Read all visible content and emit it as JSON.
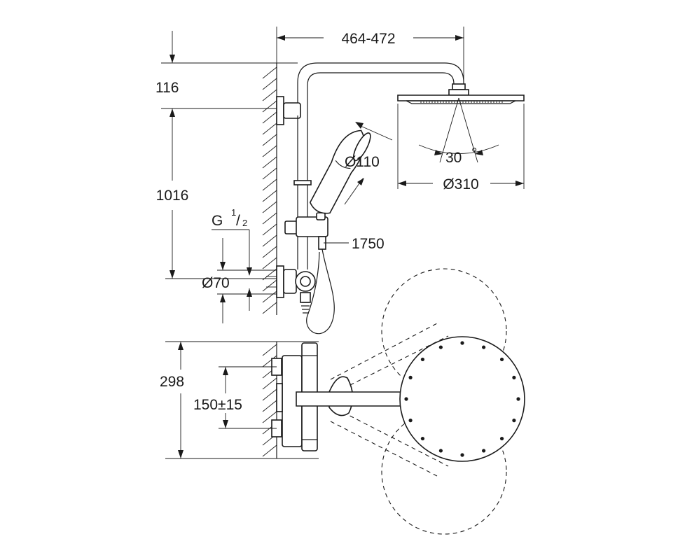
{
  "labels": {
    "arm_span": "464-472",
    "ceiling_offset": "116",
    "rail_height": "1016",
    "inlet_thread_base": "G",
    "inlet_thread_num": "1",
    "inlet_thread_den": "2",
    "escutcheon_diameter": "Ø70",
    "hand_shower_diameter": "Ø110",
    "head_angle": "30",
    "head_angle_unit": "°",
    "head_diameter": "Ø310",
    "hose_length": "1750",
    "wall_projection": "298",
    "inlet_centers": "150±15"
  }
}
